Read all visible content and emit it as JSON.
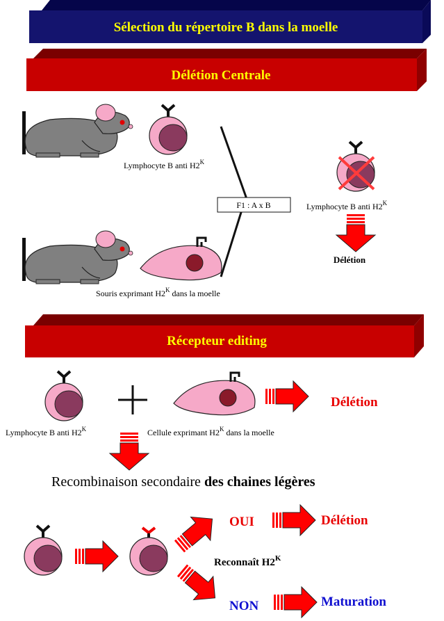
{
  "colors": {
    "navy_banner": "#14146e",
    "red_banner": "#c80000",
    "banner_text": "#ffff00",
    "red_text": "#e80000",
    "blue_text": "#1010d0",
    "cell_pink": "#f6a9c8",
    "nucleus": "#8a3a5e",
    "mouse_grey": "#808080",
    "arrow_red": "#ff0000"
  },
  "banners": {
    "main_title": "Sélection du répertoire B dans la moelle",
    "section1": "Délétion Centrale",
    "section2": "Récepteur editing"
  },
  "section1": {
    "lymphocyte_label": "Lymphocyte B anti H2",
    "lymphocyte_sup": "K",
    "mouse_label_pre": "Souris exprimant H2",
    "mouse_label_sup": "K",
    "mouse_label_post": " dans la moelle",
    "cross_label": "F1 : A x B",
    "result_label": "Lymphocyte B anti H2",
    "result_sup": "K",
    "deletion": "Délétion"
  },
  "section2": {
    "deletion": "Délétion",
    "lymphocyte_label": "Lymphocyte B anti H2",
    "lymphocyte_sup": "K",
    "cell_label_pre": "Cellule exprimant H2",
    "cell_label_sup": "K",
    "cell_label_post": " dans la moelle",
    "recomb_pre": "Recombinaison secondaire ",
    "recomb_bold": "des chaines légères"
  },
  "section3": {
    "oui": "OUI",
    "non": "NON",
    "deletion": "Délétion",
    "maturation": "Maturation",
    "recognize": "Reconnaît H2",
    "recognize_sup": "K"
  },
  "icons": [
    "mouse-icon",
    "b-cell-icon",
    "stromal-cell-icon",
    "block-arrow-icon",
    "plus-icon",
    "cross-out-icon"
  ]
}
